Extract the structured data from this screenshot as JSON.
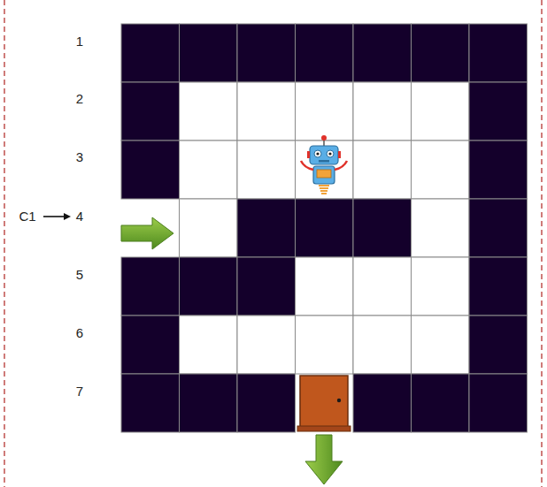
{
  "diagram": {
    "labels": [
      "1",
      "2",
      "3",
      "C1",
      "4",
      "5",
      "6",
      "7"
    ]
  }
}
